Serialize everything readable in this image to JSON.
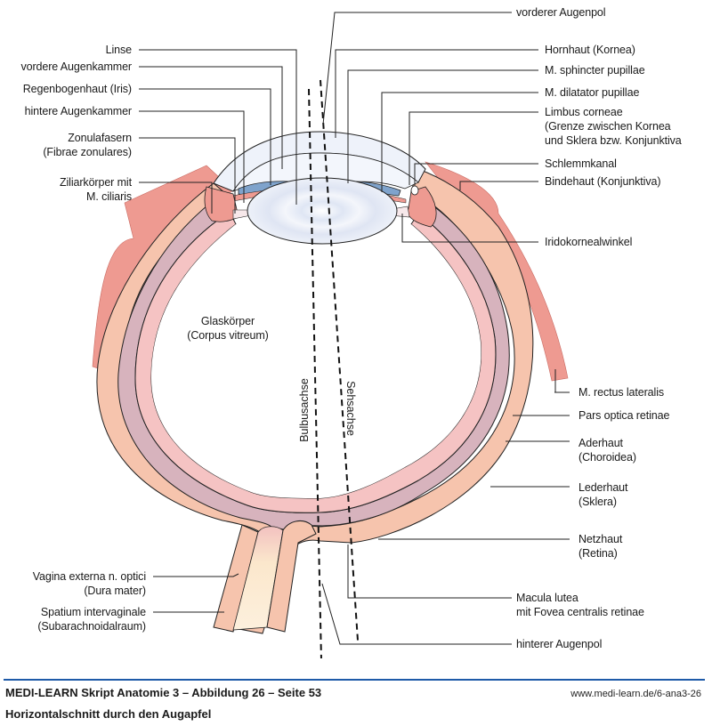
{
  "figure": {
    "left_labels": [
      {
        "id": "linse",
        "lines": [
          "Linse"
        ]
      },
      {
        "id": "vordere-augenkammer",
        "lines": [
          "vordere Augenkammer"
        ]
      },
      {
        "id": "iris",
        "lines": [
          "Regenbogenhaut (Iris)"
        ]
      },
      {
        "id": "hintere-augenkammer",
        "lines": [
          "hintere Augenkammer"
        ]
      },
      {
        "id": "zonulafasern",
        "lines": [
          "Zonulafasern",
          "(Fibrae zonulares)"
        ]
      },
      {
        "id": "ziliarkoerper",
        "lines": [
          "Ziliarkörper mit",
          "M. ciliaris"
        ]
      },
      {
        "id": "vagina-externa",
        "lines": [
          "Vagina externa n. optici",
          "(Dura mater)"
        ]
      },
      {
        "id": "spatium-intervaginale",
        "lines": [
          "Spatium intervaginale",
          "(Subarachnoidalraum)"
        ]
      }
    ],
    "right_labels": [
      {
        "id": "vorderer-augenpol",
        "lines": [
          "vorderer Augenpol"
        ]
      },
      {
        "id": "hornhaut",
        "lines": [
          "Hornhaut (Kornea)"
        ]
      },
      {
        "id": "m-sphincter",
        "lines": [
          "M. sphincter pupillae"
        ]
      },
      {
        "id": "m-dilatator",
        "lines": [
          "M. dilatator pupillae"
        ]
      },
      {
        "id": "limbus",
        "lines": [
          "Limbus corneae",
          "(Grenze zwischen Kornea",
          "und Sklera bzw. Konjunktiva"
        ]
      },
      {
        "id": "schlemmkanal",
        "lines": [
          "Schlemmkanal"
        ]
      },
      {
        "id": "bindehaut",
        "lines": [
          "Bindehaut (Konjunktiva)"
        ]
      },
      {
        "id": "iridokornealwinkel",
        "lines": [
          "Iridokornealwinkel"
        ]
      },
      {
        "id": "m-rectus",
        "lines": [
          "M. rectus lateralis"
        ]
      },
      {
        "id": "pars-optica",
        "lines": [
          "Pars optica retinae"
        ]
      },
      {
        "id": "aderhaut",
        "lines": [
          "Aderhaut",
          "(Choroidea)"
        ]
      },
      {
        "id": "lederhaut",
        "lines": [
          "Lederhaut",
          "(Sklera)"
        ]
      },
      {
        "id": "netzhaut",
        "lines": [
          "Netzhaut",
          "(Retina)"
        ]
      },
      {
        "id": "macula",
        "lines": [
          "Macula lutea",
          "mit Fovea centralis retinae"
        ]
      },
      {
        "id": "hinterer-augenpol",
        "lines": [
          "hinterer Augenpol"
        ]
      }
    ],
    "center_labels": [
      {
        "id": "glaskoerper",
        "lines": [
          "Glaskörper",
          "(Corpus vitreum)"
        ]
      }
    ],
    "axis_labels": {
      "bulbusachse": "Bulbusachse",
      "sehachse": "Sehsachse"
    },
    "colors": {
      "sclera": "#f6c4ad",
      "choroid": "#d7b3bd",
      "retina": "#f5c3c3",
      "muscle": "#ee9a91",
      "iris_blue": "#7fa3cc",
      "lens": "#eef2fa",
      "nerve": "#fbe7cc",
      "rule": "#1e5aa8"
    }
  },
  "footer": {
    "title": "MEDI-LEARN Skript Anatomie 3 – Abbildung 26 – Seite 53",
    "url": "www.medi-learn.de/6-ana3-26",
    "subtitle": "Horizontalschnitt durch den Augapfel"
  }
}
